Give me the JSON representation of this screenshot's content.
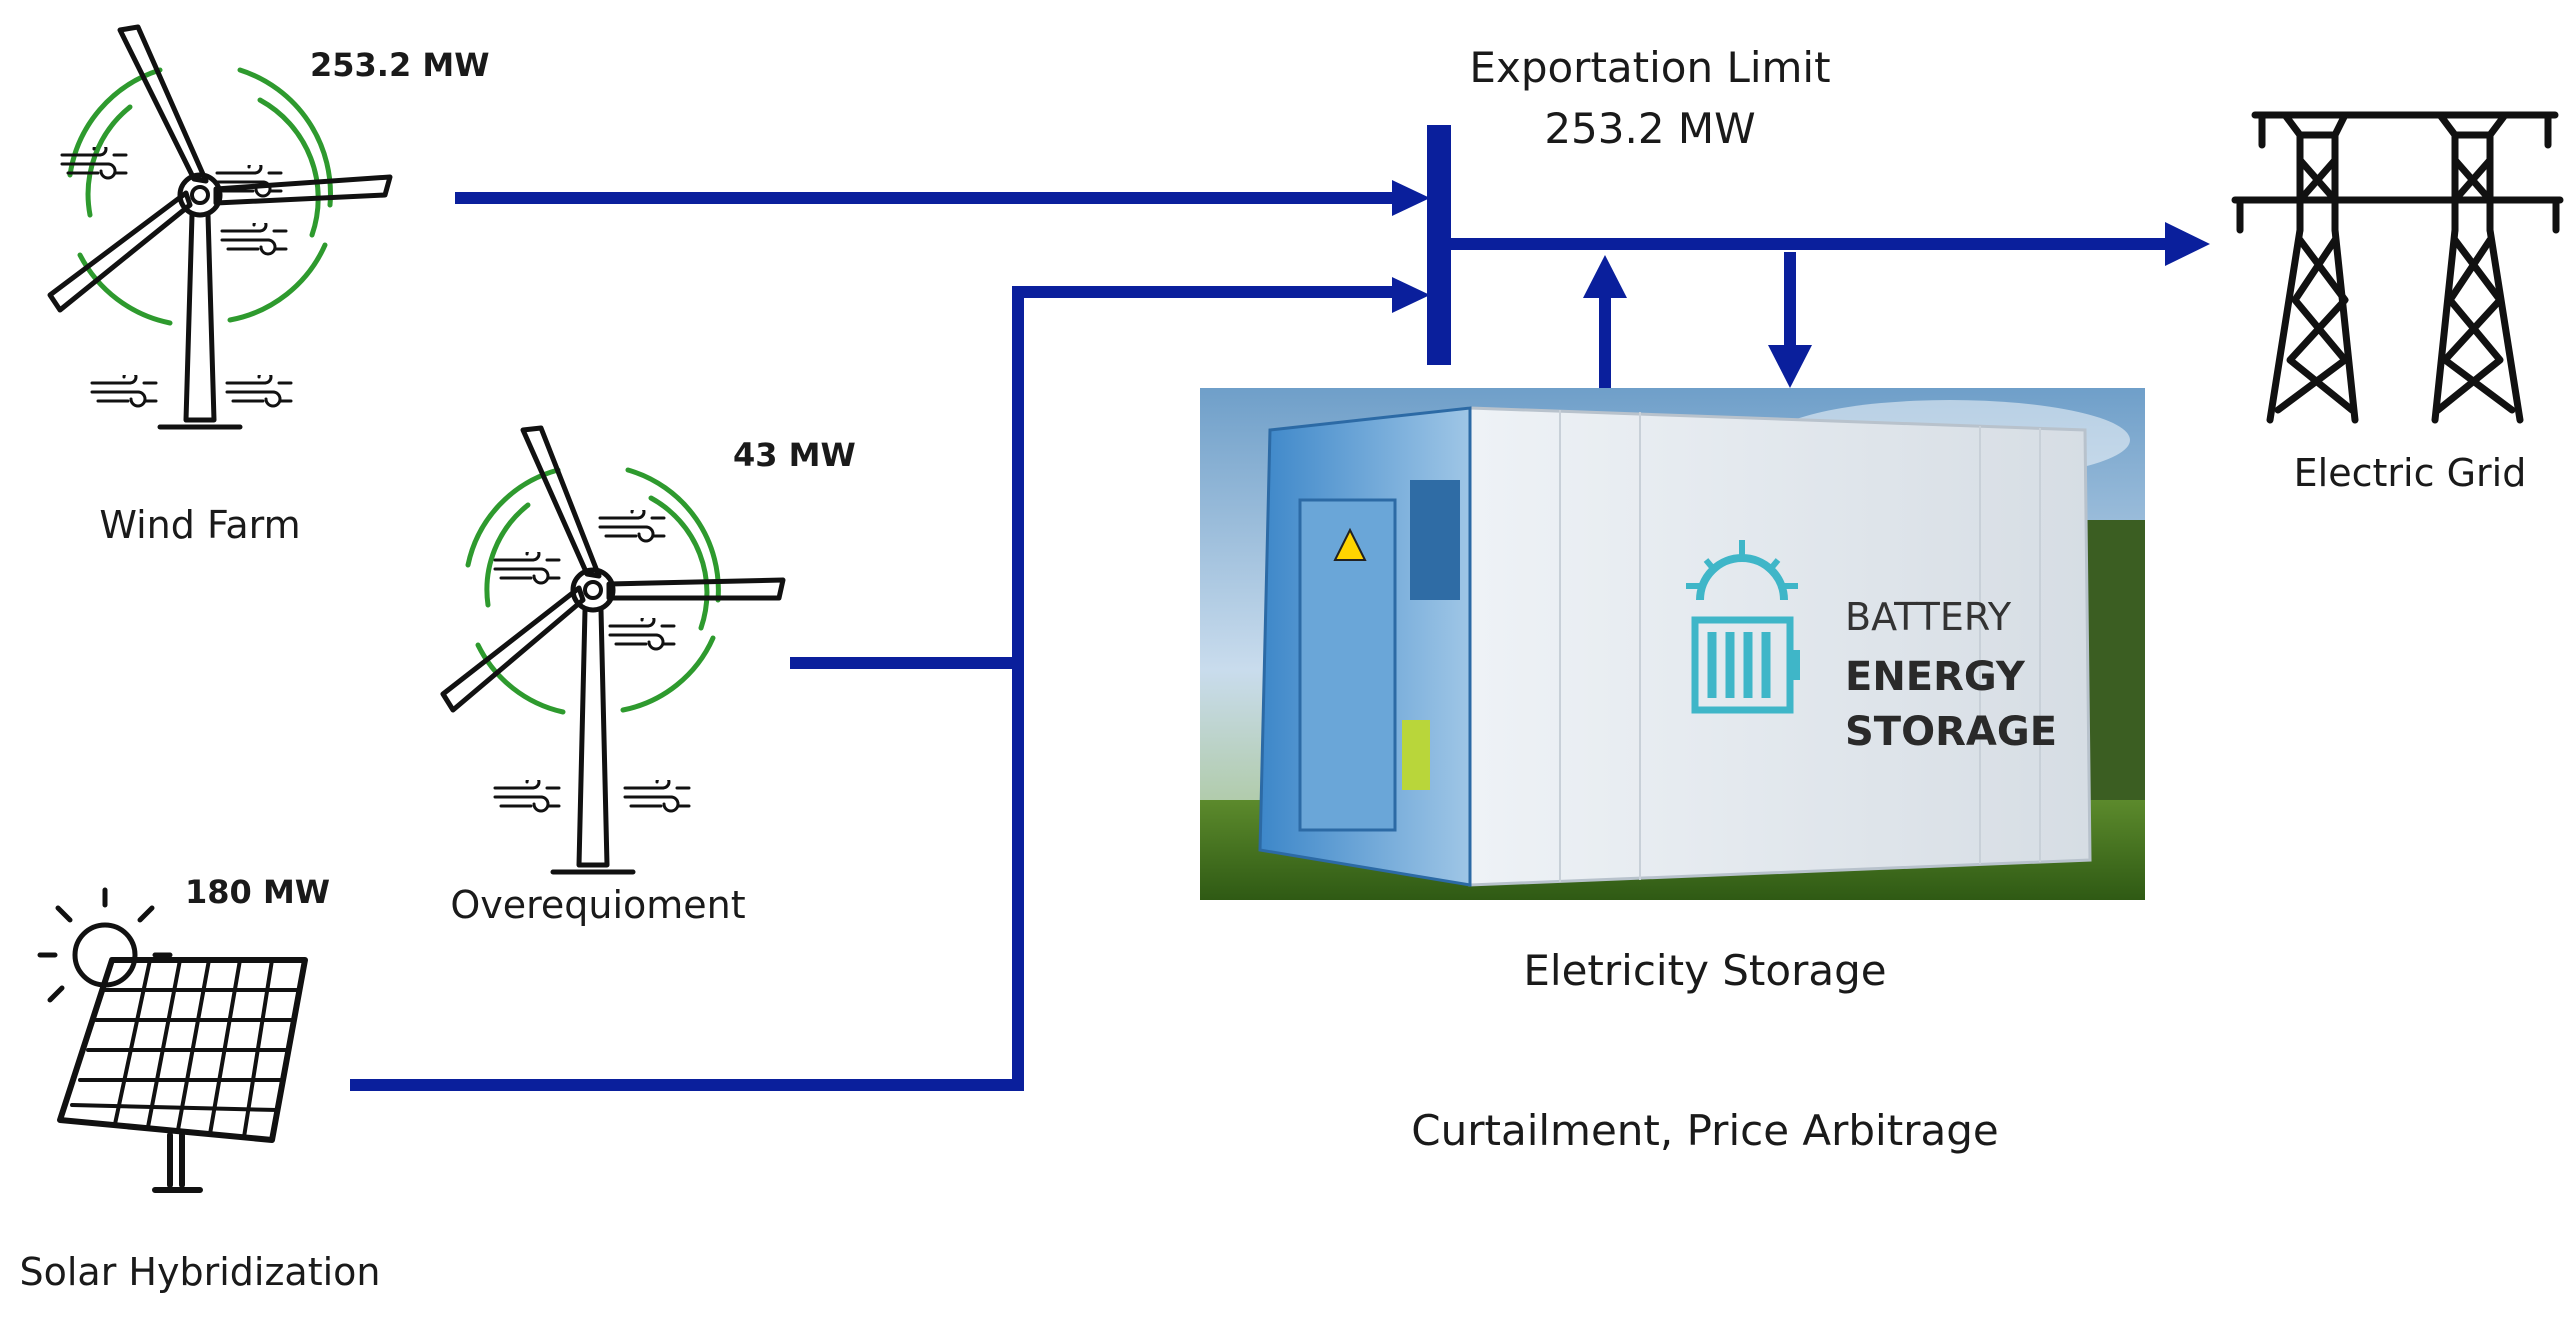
{
  "sources": {
    "wind_farm": {
      "name": "Wind Farm",
      "power": "253.2 MW",
      "icon": "wind-turbine-icon"
    },
    "overequipment": {
      "name": "Overequioment",
      "power": "43 MW",
      "icon": "wind-turbine-icon"
    },
    "solar": {
      "name": "Solar Hybridization",
      "power": "180 MW",
      "icon": "solar-panel-icon"
    }
  },
  "export_limit": {
    "label": "Exportation Limit",
    "value": "253.2 MW"
  },
  "grid": {
    "name": "Electric Grid",
    "icon": "transmission-tower-icon"
  },
  "storage": {
    "caption": "Eletricity Storage",
    "uses": "Curtailment, Price Arbitrage",
    "photo_text": [
      "BATTERY",
      "ENERGY",
      "STORAGE"
    ]
  },
  "colors": {
    "flow": "#0a1f9c",
    "wind_arcs": "#2e9a2e"
  }
}
